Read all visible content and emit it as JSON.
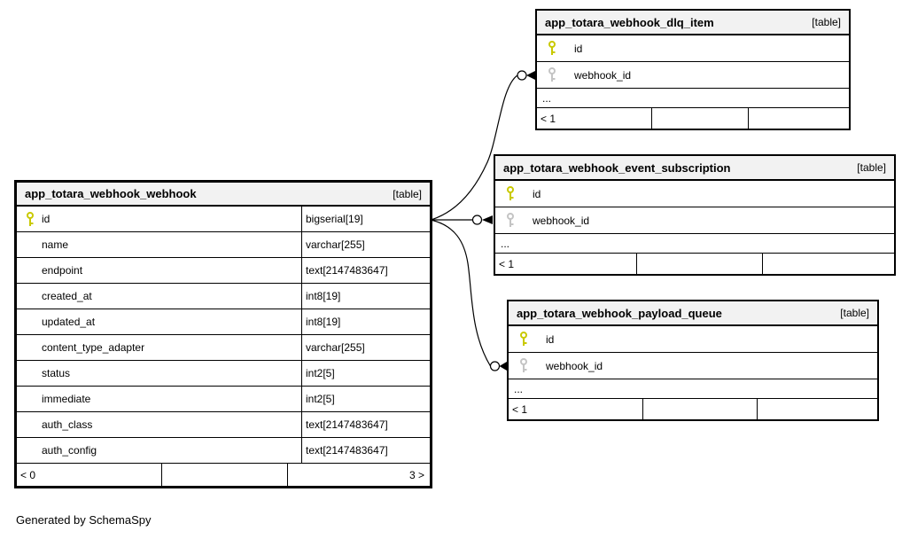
{
  "page": {
    "footer_note": "Generated by SchemaSpy"
  },
  "colors": {
    "primary_key_icon": "#c9c900",
    "foreign_key_icon": "#c4c4c4",
    "header_background": "#f2f2f2",
    "border": "#000000",
    "background": "#ffffff"
  },
  "tables": {
    "webhook": {
      "title": "app_totara_webhook_webhook",
      "tag": "[table]",
      "columns": [
        {
          "name": "id",
          "type": "bigserial[19]",
          "key": "primary"
        },
        {
          "name": "name",
          "type": "varchar[255]",
          "key": "none"
        },
        {
          "name": "endpoint",
          "type": "text[2147483647]",
          "key": "none"
        },
        {
          "name": "created_at",
          "type": "int8[19]",
          "key": "none"
        },
        {
          "name": "updated_at",
          "type": "int8[19]",
          "key": "none"
        },
        {
          "name": "content_type_adapter",
          "type": "varchar[255]",
          "key": "none"
        },
        {
          "name": "status",
          "type": "int2[5]",
          "key": "none"
        },
        {
          "name": "immediate",
          "type": "int2[5]",
          "key": "none"
        },
        {
          "name": "auth_class",
          "type": "text[2147483647]",
          "key": "none"
        },
        {
          "name": "auth_config",
          "type": "text[2147483647]",
          "key": "none"
        }
      ],
      "footer_left": "< 0",
      "footer_right": "3 >"
    },
    "dlq_item": {
      "title": "app_totara_webhook_dlq_item",
      "tag": "[table]",
      "columns": [
        {
          "name": "id",
          "key": "primary"
        },
        {
          "name": "webhook_id",
          "key": "foreign"
        }
      ],
      "ellipsis": "...",
      "footer_left": "< 1"
    },
    "event_subscription": {
      "title": "app_totara_webhook_event_subscription",
      "tag": "[table]",
      "columns": [
        {
          "name": "id",
          "key": "primary"
        },
        {
          "name": "webhook_id",
          "key": "foreign"
        }
      ],
      "ellipsis": "...",
      "footer_left": "< 1"
    },
    "payload_queue": {
      "title": "app_totara_webhook_payload_queue",
      "tag": "[table]",
      "columns": [
        {
          "name": "id",
          "key": "primary"
        },
        {
          "name": "webhook_id",
          "key": "foreign"
        }
      ],
      "ellipsis": "...",
      "footer_left": "< 1"
    }
  },
  "relationships": [
    {
      "from": "app_totara_webhook_webhook.id",
      "to": "app_totara_webhook_dlq_item.webhook_id"
    },
    {
      "from": "app_totara_webhook_webhook.id",
      "to": "app_totara_webhook_event_subscription.webhook_id"
    },
    {
      "from": "app_totara_webhook_webhook.id",
      "to": "app_totara_webhook_payload_queue.webhook_id"
    }
  ]
}
